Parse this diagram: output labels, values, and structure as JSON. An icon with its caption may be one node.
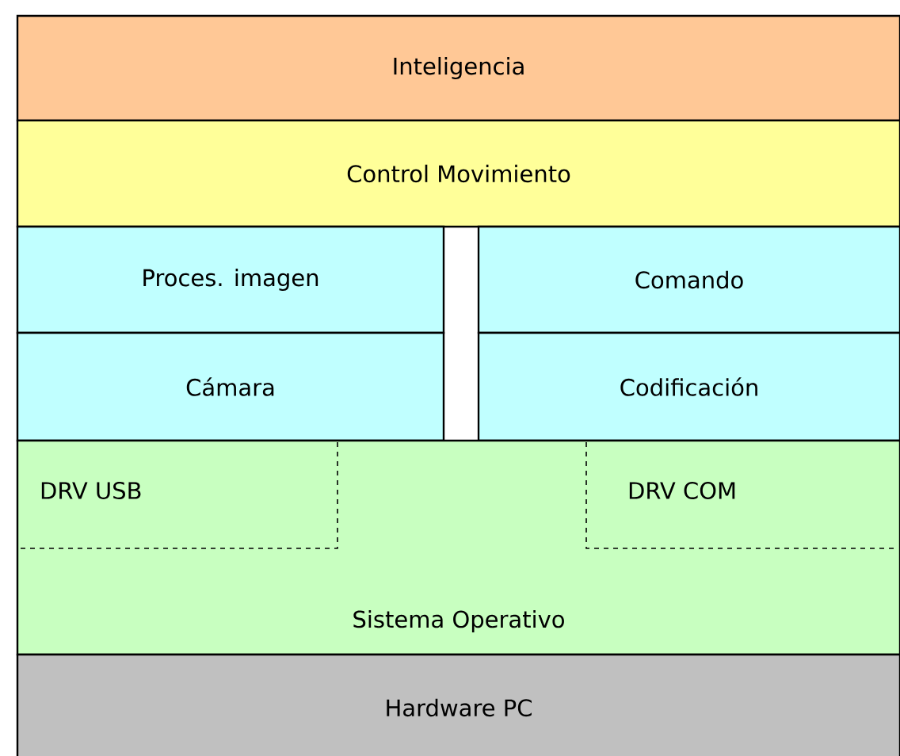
{
  "diagram": {
    "nodes": [
      {
        "text": [
          "Inteligencia"
        ]
      },
      {
        "text": [
          "Control Movimiento"
        ]
      },
      {
        "text": [
          "Proces. imagen"
        ]
      },
      {
        "text": [
          "Comando"
        ]
      },
      {
        "text": [
          "Cámara"
        ]
      },
      {
        "text": [
          "Codificación"
        ]
      },
      {
        "text": [
          "Sistema Operativo"
        ]
      },
      {
        "text": [
          "DRV USB"
        ],
        "in": 6
      },
      {
        "text": [
          "DRV COM"
        ],
        "in": 6
      },
      {
        "text": [
          "Hardware PC"
        ]
      }
    ]
  }
}
